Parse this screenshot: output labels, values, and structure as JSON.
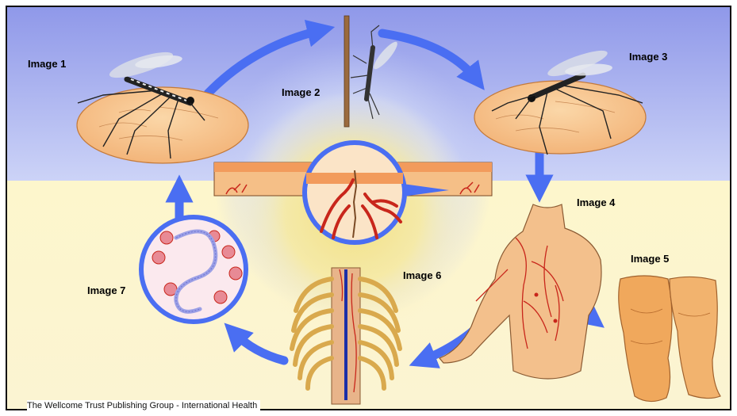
{
  "labels": {
    "image1": "Image 1",
    "image2": "Image 2",
    "image3": "Image 3",
    "image4": "Image 4",
    "image5": "Image 5",
    "image6": "Image 6",
    "image7": "Image 7"
  },
  "credit": "The Wellcome Trust Publishing Group - International Health",
  "colors": {
    "arrow": "#4a6ef2",
    "skin": "#f6c48f",
    "vessel": "#c8261b",
    "sky": "#a8b1ee",
    "ground": "#fbf3c2"
  }
}
